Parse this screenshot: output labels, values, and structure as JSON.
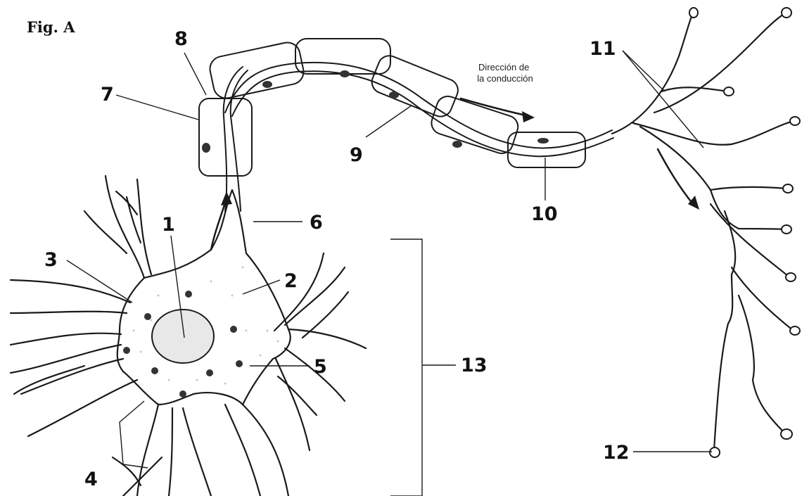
{
  "figure_title": "Fig. A",
  "conduction_caption": [
    "Dirección de",
    "la conducción"
  ],
  "labels": {
    "n1": "1",
    "n2": "2",
    "n3": "3",
    "n4": "4",
    "n5": "5",
    "n6": "6",
    "n7": "7",
    "n8": "8",
    "n9": "9",
    "n10": "10",
    "n11": "11",
    "n12": "12",
    "n13": "13"
  },
  "colors": {
    "ink": "#1a1a1a",
    "stipple": "#c8c8c8",
    "background": "#ffffff"
  }
}
